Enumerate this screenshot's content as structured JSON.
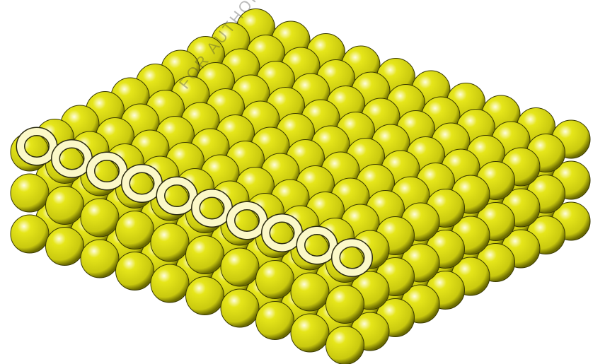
{
  "watermark_text": "FOR AUTHOR USE ONLY",
  "structure": {
    "layers": 3,
    "rows": 10,
    "columns": 10,
    "highlighted_row_rings": 10
  },
  "colors": {
    "sphere_highlight": "#fffde0",
    "sphere_base": "#e6e61a",
    "sphere_shadow": "#6b6b00",
    "sphere_outline": "#3a3a00",
    "ring_fill": "#fbf8c8",
    "ring_outline": "#2b2b10"
  }
}
